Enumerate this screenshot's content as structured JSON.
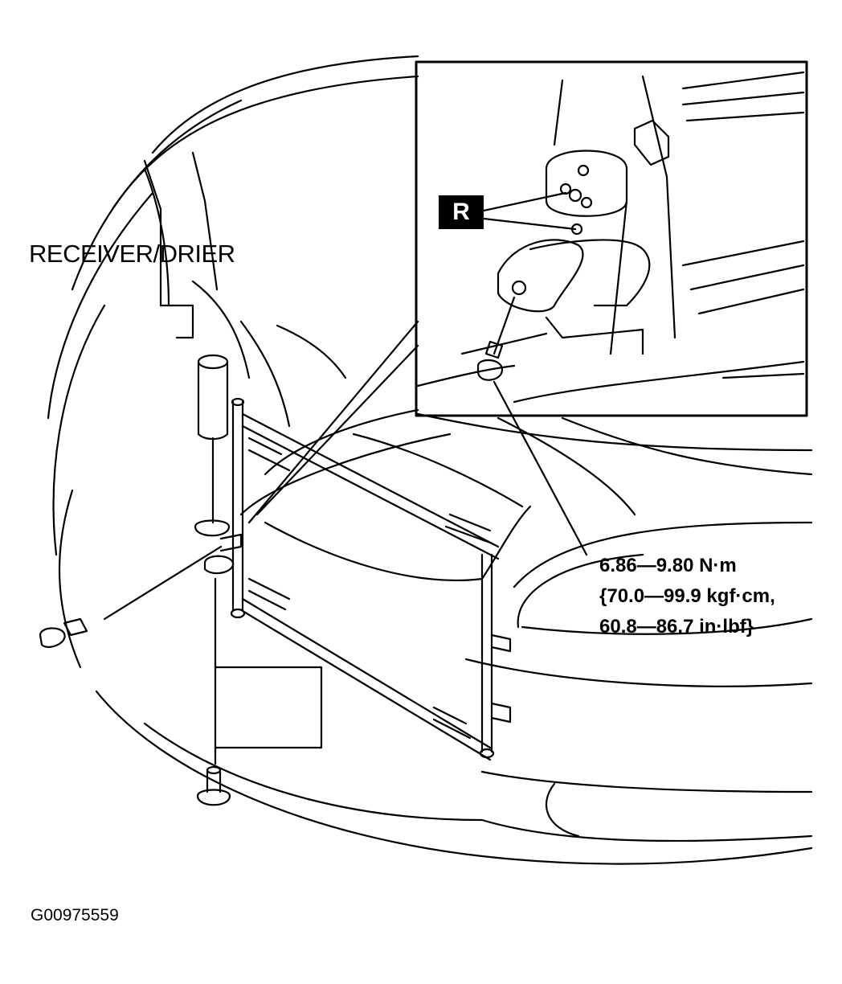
{
  "labels": {
    "part_name": "RECEIVER/DRIER",
    "reuse_badge": "R",
    "torque_spec": {
      "line1": "6.86—9.80 N·m",
      "line2": "{70.0—99.9 kgf·cm,",
      "line3": "60.8—86.7 in·lbf}"
    },
    "figure_id": "G00975559"
  }
}
